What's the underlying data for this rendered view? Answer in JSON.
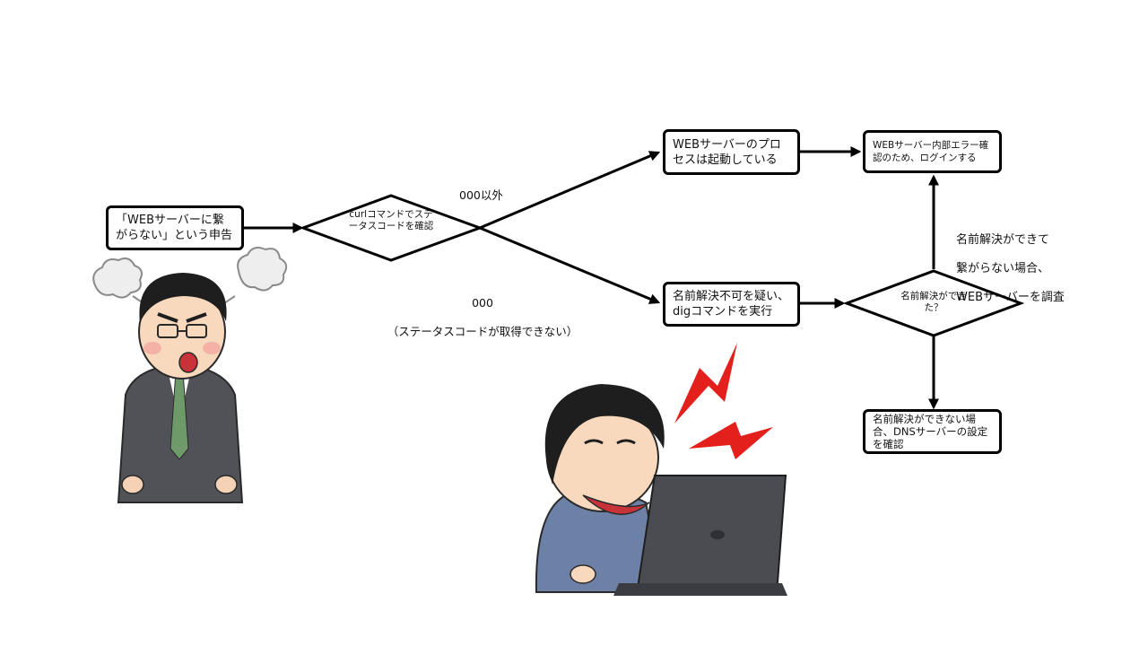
{
  "nodes": {
    "report": "「WEBサーバーに繋がらない」という申告",
    "curl_decision": "curlコマンドでステータスコードを確認",
    "process_running": "WEBサーバーのプロセスは起動している",
    "login_check": "WEBサーバー内部エラー確認のため、ログインする",
    "dns_suspect": "名前解決不可を疑い、digコマンドを実行",
    "resolved_decision": "名前解決ができた？",
    "dns_config": "名前解決ができない場合、DNSサーバーの設定を確認"
  },
  "edges": {
    "not_000": "000以外",
    "is_000_line1": "000",
    "is_000_line2": "（ステータスコードが取得できない）",
    "resolved_yes_line1": "名前解決ができて",
    "resolved_yes_line2": "繋がらない場合、",
    "resolved_yes_line3": "WEBサーバーを調査"
  },
  "illustrations": {
    "angry_boss": "angry-businessman-illustration",
    "frustrated_engineer": "frustrated-engineer-at-laptop-illustration"
  }
}
